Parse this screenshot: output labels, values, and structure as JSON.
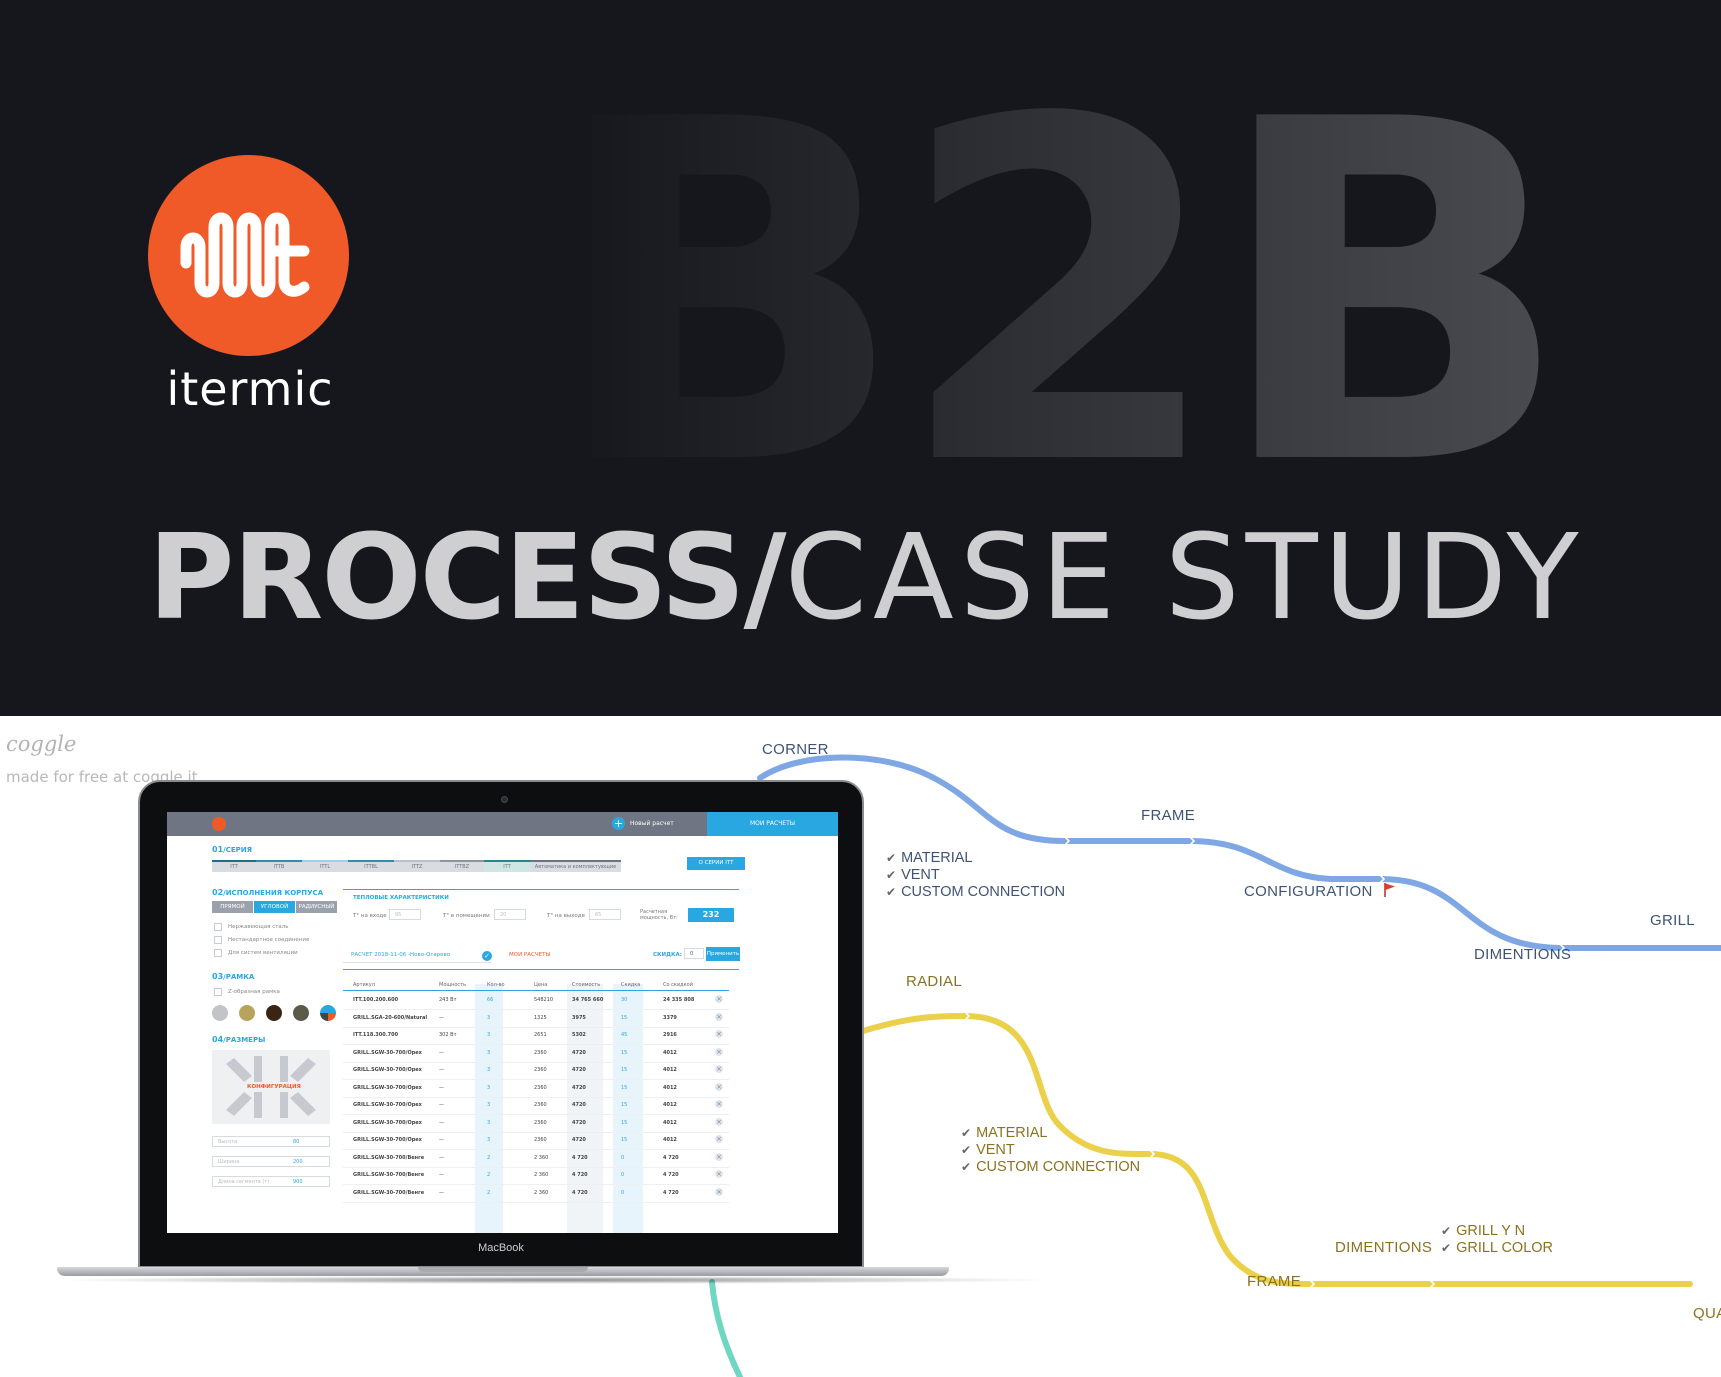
{
  "hero": {
    "logo_word": "itermic",
    "big_title": "B2B",
    "headline_bold": "PROCESS/",
    "headline_thin": "CASE STUDY",
    "brand_color": "#ef5a28",
    "background_color": "#16171d"
  },
  "coggle": {
    "brand": "coggle",
    "note": "made for free at coggle.it"
  },
  "mindmap": {
    "blue_color": "#7ea7e4",
    "yellow_color": "#ebd04a",
    "teal_color": "#6fd6c1",
    "blue_nodes": {
      "corner": "CORNER",
      "frame": "FRAME",
      "configuration": "CONFIGURATION",
      "dimentions": "DIMENTIONS",
      "grill": "GRILL"
    },
    "blue_checks": [
      "MATERIAL",
      "VENT",
      "CUSTOM CONNECTION"
    ],
    "yellow_nodes": {
      "radial": "RADIAL",
      "dimentions": "DIMENTIONS",
      "frame": "FRAME",
      "qua": "QUA"
    },
    "yellow_checks": [
      "MATERIAL",
      "VENT",
      "CUSTOM CONNECTION"
    ],
    "grill_checks": [
      "GRILL Y N",
      "GRILL COLOR"
    ]
  },
  "laptop": {
    "chin_label": "MacBook",
    "app": {
      "new_calc": "Новый расчет",
      "my_calcs": "МОИ РАСЧЕТЫ",
      "section1": {
        "num": "01",
        "label": "/СЕРИЯ"
      },
      "series_tabs": [
        "ITT",
        "ITTB",
        "ITTL",
        "ITTBL",
        "ITTZ",
        "ITTBZ",
        "ITT",
        "Автоматика и комплектующие"
      ],
      "series_button": "О СЕРИИ ITT",
      "section2": {
        "num": "02",
        "label": "/ИСПОЛНЕНИЯ КОРПУСА"
      },
      "body_tabs": [
        "ПРЯМОЙ",
        "УГЛОВОЙ",
        "РАДИУСНЫЙ"
      ],
      "body_options": [
        "Нержавеющая сталь",
        "Нестандартное соединение",
        "Для систем вентиляции"
      ],
      "section3": {
        "num": "03",
        "label": "/РАМКА"
      },
      "frame_option": "Z-образная рамка",
      "section4": {
        "num": "04",
        "label": "/РАЗМЕРЫ"
      },
      "config_label": "КОНФИГУРАЦИЯ",
      "dims": [
        {
          "label": "Высота",
          "value": "80"
        },
        {
          "label": "Ширина",
          "value": "200"
        },
        {
          "label": "Длина сегмента (т)",
          "value": "900"
        }
      ],
      "thermal_title": "ТЕПЛОВЫЕ ХАРАКТЕРИСТИКИ",
      "t_in": {
        "label": "T° на входе",
        "value": "95"
      },
      "t_room": {
        "label": "T° в помещении",
        "value": "20"
      },
      "t_out": {
        "label": "T° на выходе",
        "value": "65"
      },
      "power_label": "Расчетная мощность, Вт:",
      "power_value": "232",
      "calc_name": "РАСЧЕТ 2018-11-06 -Ново-Огарево",
      "my_calcs_link": "МОИ РАСЧЕТЫ",
      "discount_label": "СКИДКА:",
      "discount_value": "0",
      "apply_button": "Применить",
      "table_headers": [
        "Артикул",
        "Мощность",
        "Кол-во",
        "Цена",
        "Стоимость",
        "Скидка",
        "Со скидкой"
      ],
      "rows": [
        [
          "ITT.100.200.600",
          "243 Вт",
          "66",
          "548210",
          "34 765 660",
          "30",
          "24 335 808"
        ],
        [
          "GRILL.SGA-20-600/Natural",
          "—",
          "3",
          "1325",
          "3975",
          "15",
          "3379"
        ],
        [
          "ITT.118.300.700",
          "302 Вт",
          "3",
          "2651",
          "5302",
          "45",
          "2916"
        ],
        [
          "GRILL.SGW-30-700/Орех",
          "—",
          "3",
          "2360",
          "4720",
          "15",
          "4012"
        ],
        [
          "GRILL.SGW-30-700/Орех",
          "—",
          "3",
          "2360",
          "4720",
          "15",
          "4012"
        ],
        [
          "GRILL.SGW-30-700/Орех",
          "—",
          "3",
          "2360",
          "4720",
          "15",
          "4012"
        ],
        [
          "GRILL.SGW-30-700/Орех",
          "—",
          "3",
          "2360",
          "4720",
          "15",
          "4012"
        ],
        [
          "GRILL.SGW-30-700/Орех",
          "—",
          "3",
          "2360",
          "4720",
          "15",
          "4012"
        ],
        [
          "GRILL.SGW-30-700/Орех",
          "—",
          "3",
          "2360",
          "4720",
          "15",
          "4012"
        ],
        [
          "GRILL.SGW-30-700/Венге",
          "—",
          "2",
          "2 360",
          "4 720",
          "0",
          "4 720"
        ],
        [
          "GRILL.SGW-30-700/Венге",
          "—",
          "2",
          "2 360",
          "4 720",
          "0",
          "4 720"
        ],
        [
          "GRILL.SGW-30-700/Венге",
          "—",
          "2",
          "2 360",
          "4 720",
          "0",
          "4 720"
        ]
      ]
    }
  }
}
